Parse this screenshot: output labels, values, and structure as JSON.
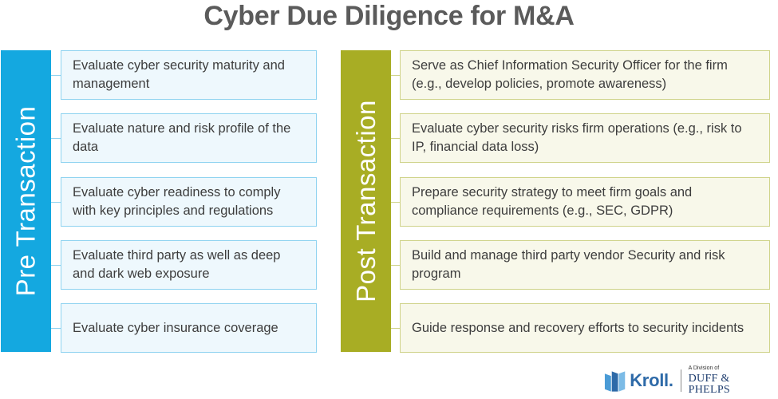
{
  "title": "Cyber Due Diligence for M&A",
  "colors": {
    "pre": "#14a8e0",
    "post": "#a8ad24",
    "pre_card_bg": "#eef8fd",
    "post_card_bg": "#f8f8ea"
  },
  "pre": {
    "label": "Pre Transaction",
    "items": [
      "Evaluate cyber security maturity and management",
      "Evaluate nature and risk profile of the data",
      "Evaluate cyber readiness to comply with key principles and regulations",
      "Evaluate third party as well as deep and dark web exposure",
      "Evaluate cyber insurance coverage"
    ]
  },
  "post": {
    "label": "Post Transaction",
    "items": [
      "Serve as Chief Information Security Officer for the firm (e.g., develop policies, promote awareness)",
      "Evaluate cyber security risks firm operations (e.g., risk to IP, financial data loss)",
      "Prepare security strategy to meet firm goals and compliance requirements (e.g., SEC, GDPR)",
      "Build and manage third party vendor Security and risk program",
      "Guide response and recovery efforts to security incidents"
    ]
  },
  "logo": {
    "brand": "Kroll.",
    "division_prefix": "A Division of",
    "division_name": "DUFF & PHELPS",
    "icon": "kroll-logo-icon"
  }
}
